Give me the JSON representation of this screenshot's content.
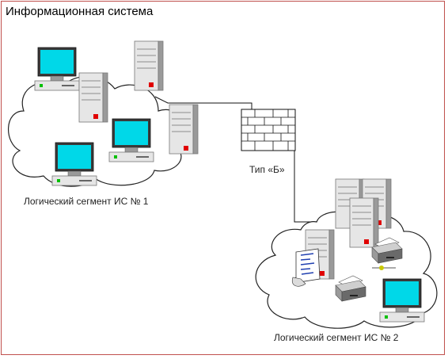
{
  "title": "Информационная система",
  "segment1": {
    "label": "Логический сегмент ИС № 1"
  },
  "segment2": {
    "label": "Логический сегмент ИС № 2"
  },
  "firewall": {
    "label": "Тип «Б»"
  },
  "colors": {
    "frame": "#c0504d",
    "cloud_stroke": "#222222",
    "screen": "#00d8e8",
    "tower_light": "#e6e6e6",
    "tower_dark": "#9a9a9a",
    "led_red": "#e00000",
    "led_green": "#00c000",
    "brick": "#ffffff"
  },
  "icons": [
    "computer-icon",
    "server-icon",
    "firewall-icon",
    "printer-icon",
    "document-scroll-icon"
  ]
}
